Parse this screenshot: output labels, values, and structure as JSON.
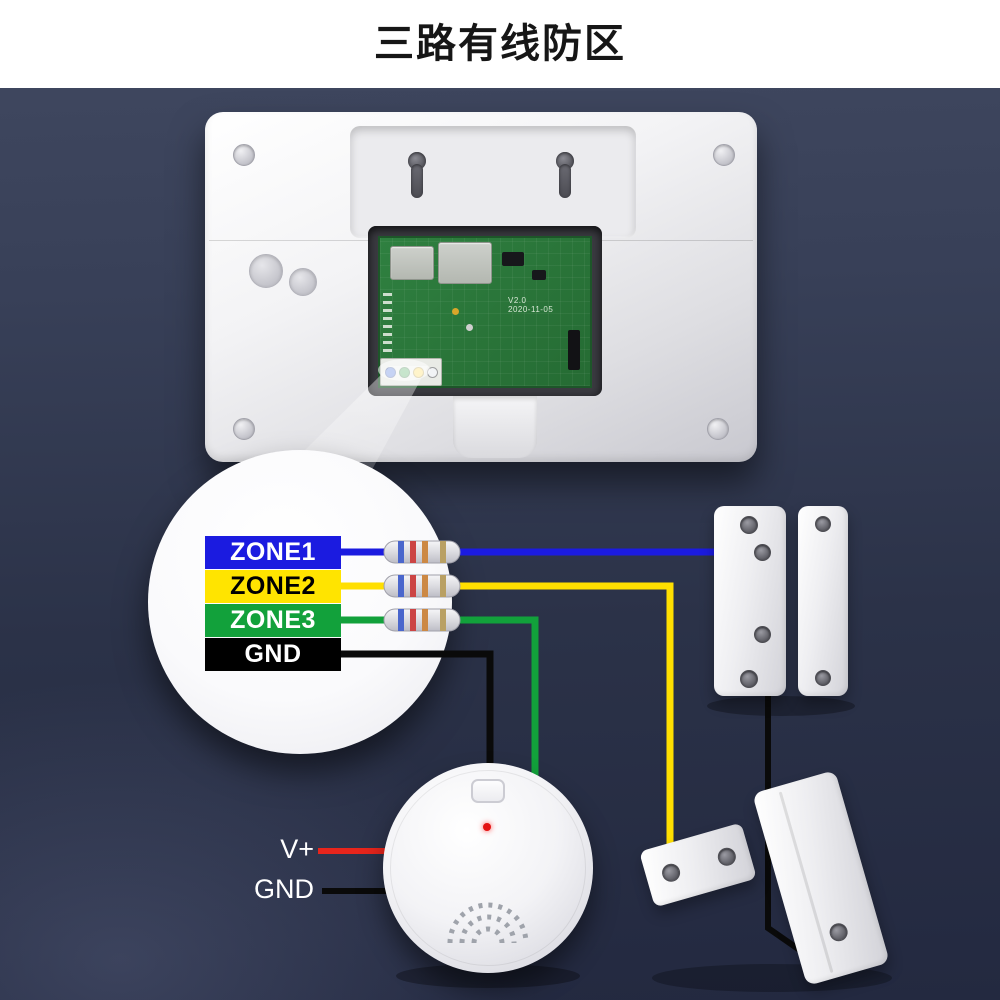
{
  "title": "三路有线防区",
  "panel": {
    "pcb_version": "V2.0",
    "pcb_date": "2020-11-05"
  },
  "zones": [
    {
      "label": "ZONE1",
      "color": "#1b1be0",
      "text_color": "#ffffff"
    },
    {
      "label": "ZONE2",
      "color": "#ffe400",
      "text_color": "#000000"
    },
    {
      "label": "ZONE3",
      "color": "#12a13b",
      "text_color": "#ffffff"
    },
    {
      "label": "GND",
      "color": "#000000",
      "text_color": "#ffffff"
    }
  ],
  "smoke_detector": {
    "vplus_label": "V+",
    "gnd_label": "GND"
  },
  "wire_colors": {
    "zone1": "#1b1be0",
    "zone2": "#ffdf00",
    "zone3": "#12a13b",
    "gnd": "#0a0a0a",
    "vplus": "#e8251c"
  }
}
